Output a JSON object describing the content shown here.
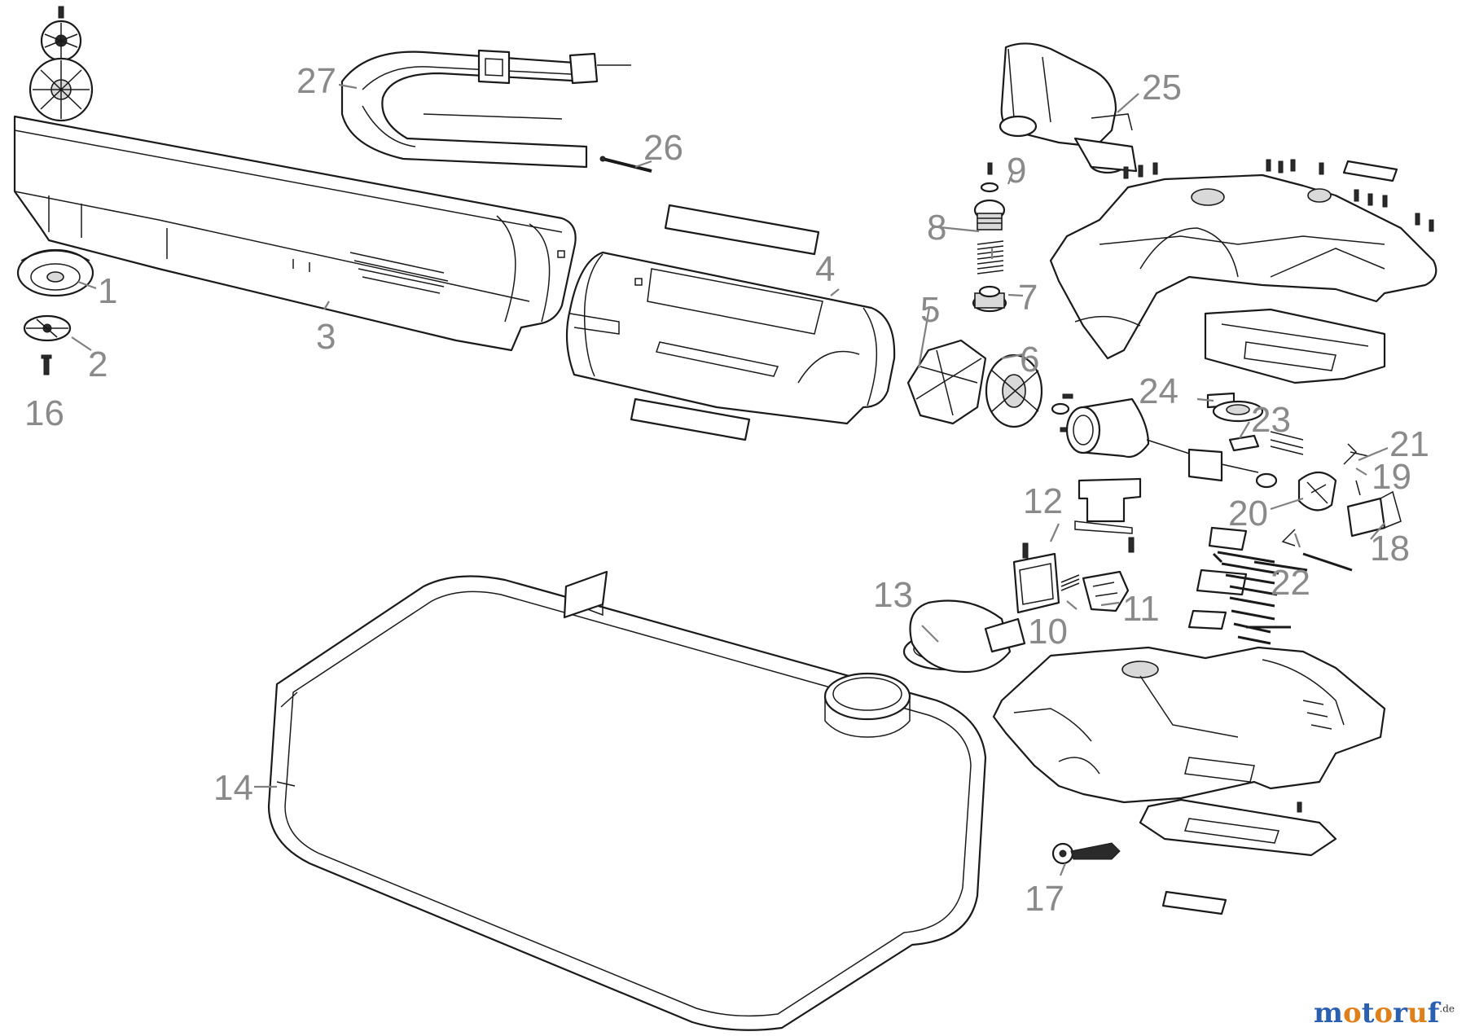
{
  "diagram": {
    "part_labels": {
      "p1": "1",
      "p2": "2",
      "p3": "3",
      "p4": "4",
      "p5": "5",
      "p6": "6",
      "p7": "7",
      "p8": "8",
      "p9": "9",
      "p10": "10",
      "p11": "11",
      "p12": "12",
      "p13": "13",
      "p14": "14",
      "p16": "16",
      "p17": "17",
      "p18": "18",
      "p19": "19",
      "p20": "20",
      "p21": "21",
      "p22": "22",
      "p23": "23",
      "p24": "24",
      "p25": "25",
      "p26": "26",
      "p27": "27"
    }
  },
  "watermark": {
    "text": "motoruf",
    "suffix": ".de",
    "colors": [
      "#2b5fb0",
      "#e0801a",
      "#2b5fb0",
      "#e0801a",
      "#2b5fb0",
      "#e0801a",
      "#2b5fb0"
    ]
  }
}
